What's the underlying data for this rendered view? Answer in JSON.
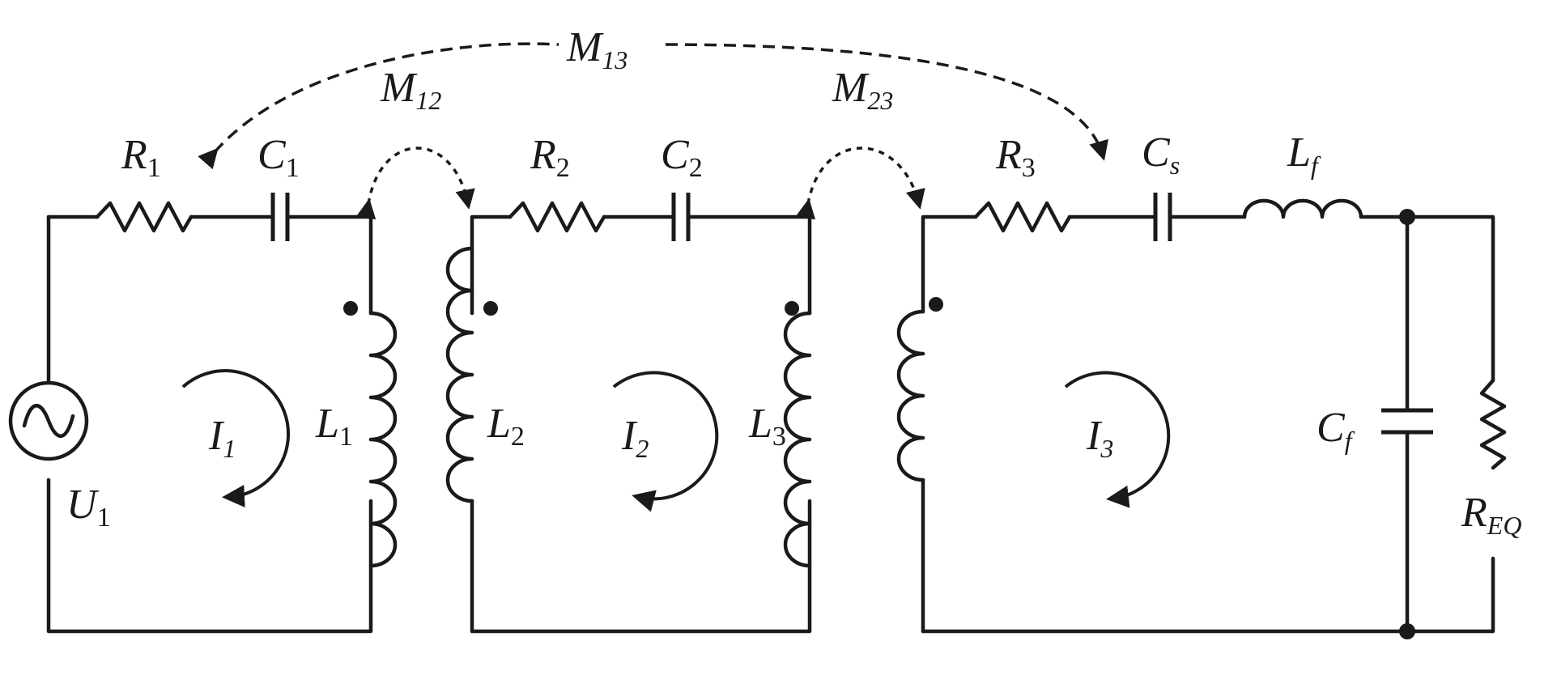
{
  "labels": {
    "R1": {
      "main": "R",
      "sub": "1"
    },
    "C1": {
      "main": "C",
      "sub": "1"
    },
    "R2": {
      "main": "R",
      "sub": "2"
    },
    "C2": {
      "main": "C",
      "sub": "2"
    },
    "R3": {
      "main": "R",
      "sub": "3"
    },
    "Cs": {
      "main": "C",
      "sub": "s"
    },
    "Lf": {
      "main": "L",
      "sub": "f"
    },
    "L1": {
      "main": "L",
      "sub": "1"
    },
    "L2": {
      "main": "L",
      "sub": "2"
    },
    "L3": {
      "main": "L",
      "sub": "3"
    },
    "Cf": {
      "main": "C",
      "sub": "f"
    },
    "REQ": {
      "main": "R",
      "sub": "EQ"
    },
    "U1": {
      "main": "U",
      "sub": "1"
    },
    "I1": {
      "main": "I",
      "sub": "1"
    },
    "I2": {
      "main": "I",
      "sub": "2"
    },
    "I3": {
      "main": "I",
      "sub": "3"
    },
    "M12": {
      "main": "M",
      "sub": "12"
    },
    "M23": {
      "main": "M",
      "sub": "23"
    },
    "M13": {
      "main": "M",
      "sub": "13"
    }
  }
}
